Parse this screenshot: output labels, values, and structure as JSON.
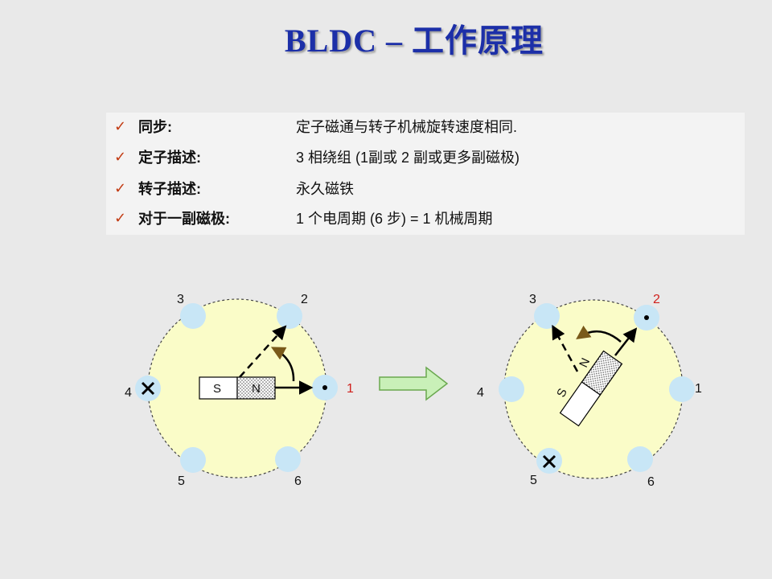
{
  "slide": {
    "title": "BLDC – 工作原理"
  },
  "bullets": [
    {
      "label": "同步:",
      "value": " 定子磁通与转子机械旋转速度相同."
    },
    {
      "label": "定子描述:",
      "value": "3 相绕组 (1副或 2 副或更多副磁极)"
    },
    {
      "label": "转子描述:",
      "value": "永久磁铁"
    },
    {
      "label": "对于一副磁极:",
      "value": "1 个电周期 (6 步) = 1 机械周期"
    }
  ],
  "check_icon": "checkmark-icon",
  "diagram_left": {
    "slot_labels": [
      "1",
      "2",
      "3",
      "4",
      "5",
      "6"
    ],
    "active_slot": "1",
    "current_out_slot": "4",
    "magnet": {
      "s": "S",
      "n": "N"
    }
  },
  "diagram_right": {
    "slot_labels": [
      "1",
      "2",
      "3",
      "4",
      "5",
      "6"
    ],
    "active_slot": "2",
    "current_out_slot": "5",
    "magnet": {
      "s": "S",
      "n": "N"
    }
  },
  "colors": {
    "title": "#1c2fa8",
    "check": "#c23a12",
    "rotor_fill": "#fafcc8",
    "slot_fill": "#c8e6f6",
    "active_label": "#d0201c",
    "arrow_fill": "#c9f0b8",
    "arrow_stroke": "#6aa84f",
    "curve_arrow": "#7a5a1a"
  }
}
